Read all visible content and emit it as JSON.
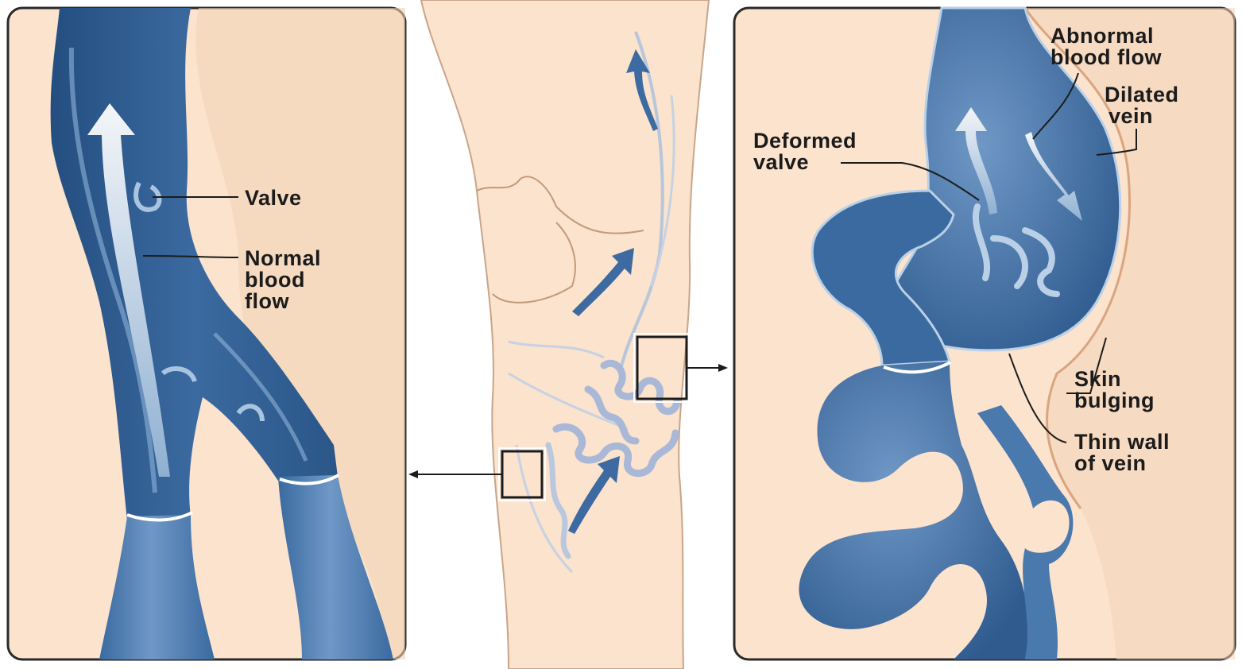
{
  "colors": {
    "skin": "#fbe3cd",
    "skin_shadow": "#f2cfb1",
    "vein_dark": "#2d5a8e",
    "vein_mid": "#4a79ad",
    "vein_light": "#b9d0e6",
    "panel_border": "#2a2a2a",
    "text": "#1b1b1b"
  },
  "labels": {
    "valve": "Valve",
    "normal_flow": [
      "Normal",
      "blood",
      "flow"
    ],
    "abnormal_flow": [
      "Abnormal",
      "blood flow"
    ],
    "dilated_vein": [
      "Dilated",
      "vein"
    ],
    "deformed_valve": [
      "Deformed",
      "valve"
    ],
    "skin_bulging": [
      "Skin",
      "bulging"
    ],
    "thin_wall": [
      "Thin wall",
      "of vein"
    ]
  }
}
